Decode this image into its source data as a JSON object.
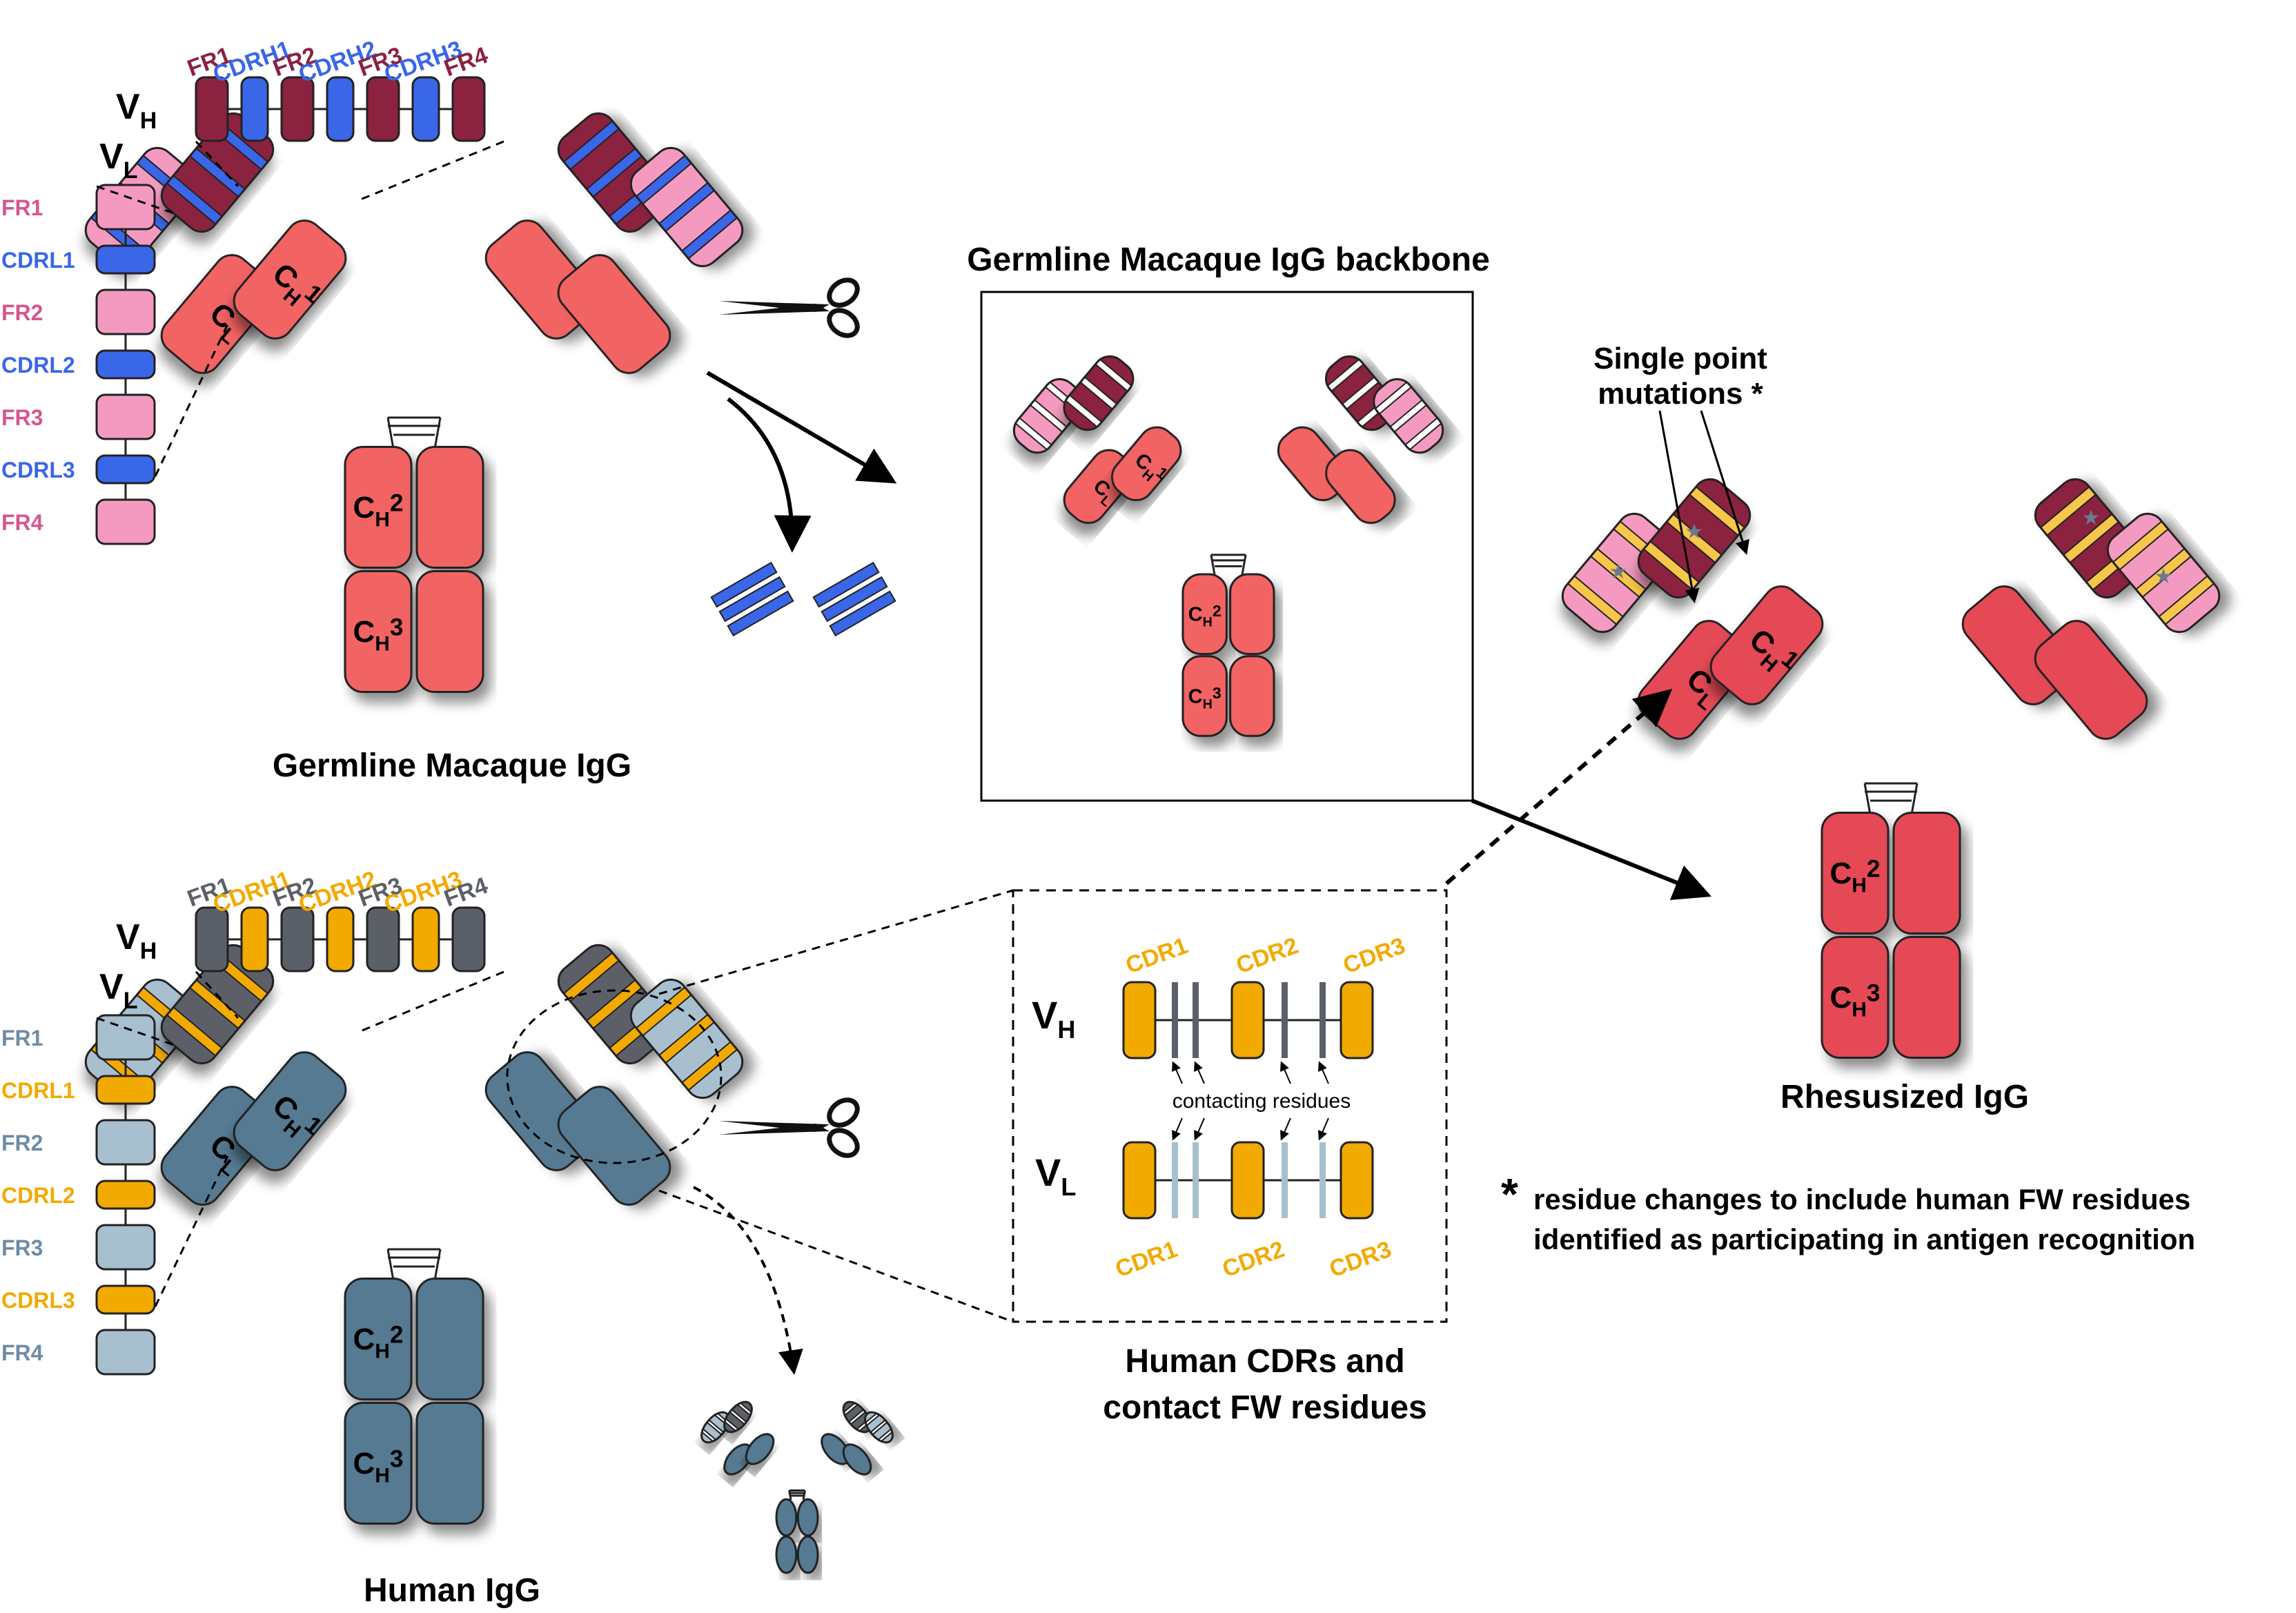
{
  "colors": {
    "macaque_heavy_fr": "#8B2240",
    "macaque_light_fr": "#F49AC1",
    "macaque_cdr": "#3A66E8",
    "macaque_constant": "#F26363",
    "human_heavy_fr": "#5B5F68",
    "human_light_fr": "#A8BFD0",
    "human_cdr": "#F2AA00",
    "human_constant": "#557A92",
    "rhesusized_constant": "#E44A55",
    "rhesusized_cdr_stripe": "#F7C64A",
    "mutation_star": "#6B7A8F"
  },
  "icons": [
    "scissors-icon",
    "cdr-fragment-icon",
    "mutation-star-icon"
  ],
  "macaque": {
    "vh_label": "V",
    "vh_sub": "H",
    "vl_label": "V",
    "vl_sub": "L",
    "vh_segments": [
      "FR1",
      "CDRH1",
      "FR2",
      "CDRH2",
      "FR3",
      "CDRH3",
      "FR4"
    ],
    "vl_segments": [
      "FR1",
      "CDRL1",
      "FR2",
      "CDRL2",
      "FR3",
      "CDRL3",
      "FR4"
    ],
    "caption": "Germline Macaque IgG"
  },
  "human": {
    "vh_label": "V",
    "vh_sub": "H",
    "vl_label": "V",
    "vl_sub": "L",
    "vh_segments": [
      "FR1",
      "CDRH1",
      "FR2",
      "CDRH2",
      "FR3",
      "CDRH3",
      "FR4"
    ],
    "vl_segments": [
      "FR1",
      "CDRL1",
      "FR2",
      "CDRL2",
      "FR3",
      "CDRL3",
      "FR4"
    ],
    "caption": "Human IgG"
  },
  "domains": {
    "cl": "C",
    "cl_sub": "L",
    "ch1": "C",
    "ch1_sub": "H",
    "ch1_sup": "1",
    "ch2": "C",
    "ch2_sub": "H",
    "ch2_num": "2",
    "ch3": "C",
    "ch3_sub": "H",
    "ch3_num": "3"
  },
  "backbone": {
    "title": "Germline Macaque IgG backbone"
  },
  "cdr_box": {
    "vh_label": "V",
    "vh_sub": "H",
    "vl_label": "V",
    "vl_sub": "L",
    "top_cdrs": [
      "CDR1",
      "CDR2",
      "CDR3"
    ],
    "bottom_cdrs": [
      "CDR1",
      "CDR2",
      "CDR3"
    ],
    "contact_label": "contacting residues",
    "caption_line1": "Human CDRs and",
    "caption_line2": "contact FW residues"
  },
  "rhesusized": {
    "mutations_line1": "Single point",
    "mutations_line2": "mutations *",
    "caption": "Rhesusized IgG",
    "footnote_star": "*",
    "footnote_line1": "residue changes to include human FW residues",
    "footnote_line2": "identified as participating in antigen recognition"
  }
}
